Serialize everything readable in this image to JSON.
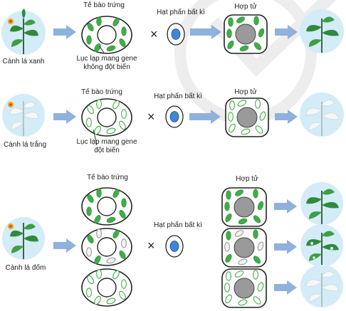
{
  "labels": {
    "egg": "Tế bào trứng",
    "pollen": "Hạt phấn bất kì",
    "zygote": "Hợp tử",
    "cross": "×"
  },
  "rows": [
    {
      "id": "green",
      "branch_label": "Cành lá xanh",
      "chloroplast_note_line1": "Lục lạp mang gene",
      "chloroplast_note_line2": "không đột biến"
    },
    {
      "id": "white",
      "branch_label": "Cành lá trắng",
      "chloroplast_note_line1": "Lục lạp mang gene",
      "chloroplast_note_line2": "đột biến"
    },
    {
      "id": "variegated",
      "branch_label": "Cành lá đốm"
    }
  ],
  "colors": {
    "arrow": "#8fb1dc",
    "chloroplast_normal": "#3fae49",
    "chloroplast_mutant": "#ffffff",
    "nucleus_zygote": "#9a9a9a",
    "pollen_nucleus": "#3f86d6",
    "circle_bg": "#d3ecf7",
    "leaf_green": "#2f8a3a",
    "leaf_white": "#f4f7f8",
    "watermark": "#e4e4e4"
  }
}
